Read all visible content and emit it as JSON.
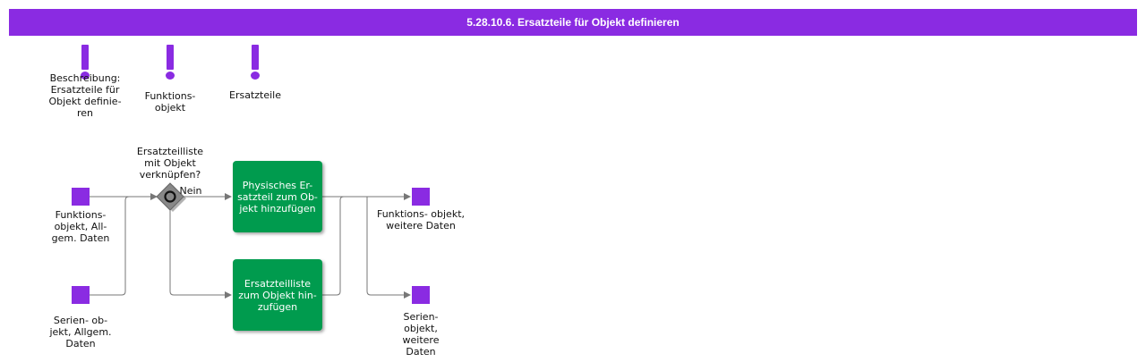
{
  "header": {
    "title": "5.28.10.6. Ersatzteile für Objekt definieren"
  },
  "colors": {
    "accent": "#8a2be2",
    "task": "#009b4e",
    "gateway": "#888888",
    "line": "#777777"
  },
  "references": [
    {
      "label": "Beschreibung:\nErsatzteile für\nObjekt definie-\nren"
    },
    {
      "label": "Funktions-\nobjekt"
    },
    {
      "label": "Ersatzteile"
    }
  ],
  "inputs": [
    {
      "label": "Funktions-\nobjekt, All-\ngem. Daten"
    },
    {
      "label": "Serien- ob-\njekt, Allgem.\nDaten"
    }
  ],
  "gateway": {
    "question": "Ersatzteilliste\nmit Objekt\nverknüpfen?",
    "branch_label": "Nein"
  },
  "tasks": [
    {
      "label": "Physisches Er-\nsatzteil zum Ob-\njekt hinzufügen"
    },
    {
      "label": "Ersatzteilliste\nzum Objekt hin-\nzufügen"
    }
  ],
  "outputs": [
    {
      "label": "Funktions- objekt,\nweitere Daten"
    },
    {
      "label": "Serien-\nobjekt,\nweitere\nDaten"
    }
  ]
}
